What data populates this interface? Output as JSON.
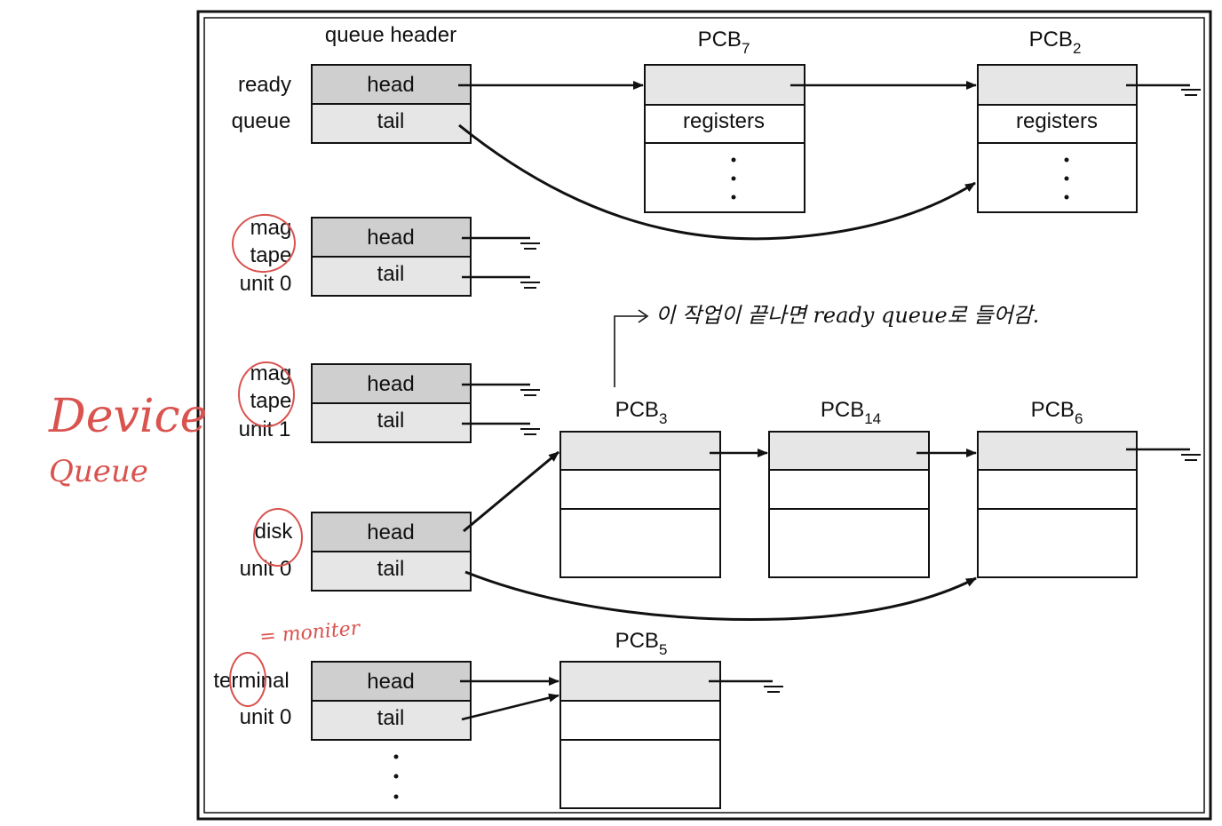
{
  "diagram": {
    "column_header": "queue header",
    "cell_labels": {
      "head": "head",
      "tail": "tail"
    },
    "queues": [
      {
        "line1": "ready",
        "line2": "queue",
        "line3": ""
      },
      {
        "line1": "mag",
        "line2": "tape",
        "line3": "unit 0"
      },
      {
        "line1": "mag",
        "line2": "tape",
        "line3": "unit 1"
      },
      {
        "line1": "disk",
        "line2": "unit 0",
        "line3": ""
      },
      {
        "line1": "terminal",
        "line2": "unit 0",
        "line3": ""
      }
    ],
    "pcbs": [
      {
        "base": "PCB",
        "sub": "7",
        "field": "registers"
      },
      {
        "base": "PCB",
        "sub": "2",
        "field": "registers"
      },
      {
        "base": "PCB",
        "sub": "3",
        "field": ""
      },
      {
        "base": "PCB",
        "sub": "14",
        "field": ""
      },
      {
        "base": "PCB",
        "sub": "6",
        "field": ""
      },
      {
        "base": "PCB",
        "sub": "5",
        "field": ""
      }
    ],
    "continuation": "⋮"
  },
  "annotations": {
    "device_queue_line1": "Device",
    "device_queue_line2": "Queue",
    "monitor_note": "= moniter",
    "korean_note": "이 작업이 끝나면 ready queue로 들어감.",
    "note_color": "#d9534f",
    "ink_color": "#111111"
  }
}
